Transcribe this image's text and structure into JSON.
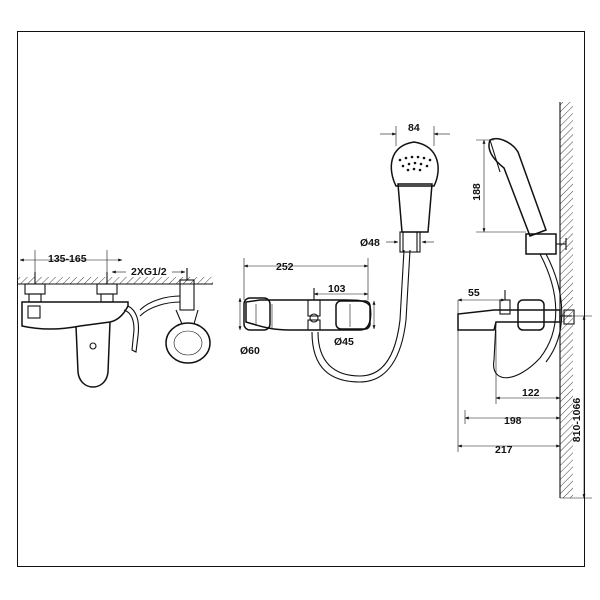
{
  "dimensions": {
    "left_spacing": "135-165",
    "left_thread": "2XG1/2",
    "front_length": "252",
    "front_offset": "103",
    "front_dia_body": "Ø60",
    "front_dia_knob": "Ø45",
    "front_dia_holder": "Ø48",
    "head_width": "84",
    "head_height": "188",
    "side_spout": "55",
    "side_122": "122",
    "side_198": "198",
    "side_217": "217",
    "side_height": "810-1066"
  }
}
